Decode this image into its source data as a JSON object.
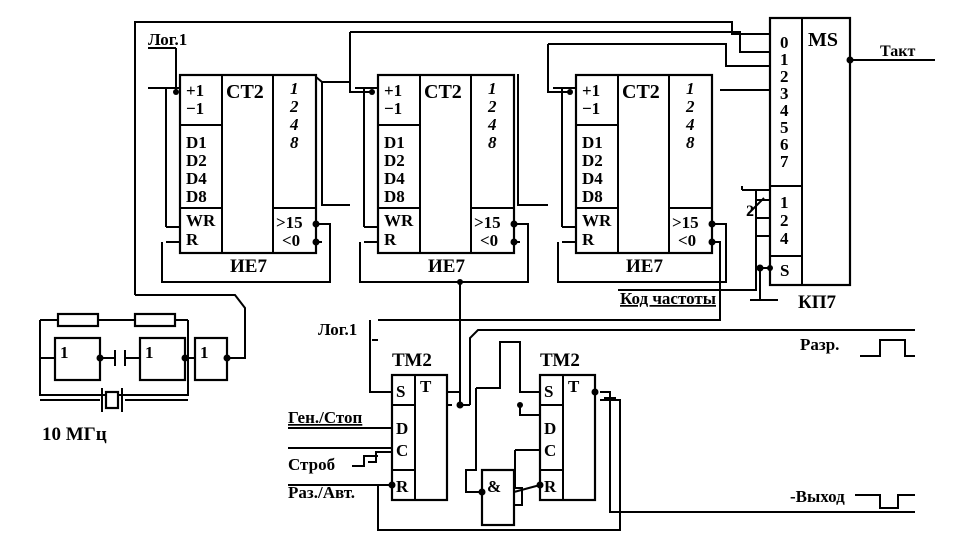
{
  "counters": [
    {
      "name": "ИЕ7",
      "func": "СТ2",
      "pin_up": "+1",
      "pin_down": "−1",
      "d1": "D1",
      "d2": "D2",
      "d4": "D4",
      "d8": "D8",
      "wr": "WR",
      "r": "R",
      "q1": "1",
      "q2": "2",
      "q4": "4",
      "q8": "8",
      "gt15": ">15",
      "lt0": "<0"
    },
    {
      "name": "ИЕ7",
      "func": "СТ2",
      "pin_up": "+1",
      "pin_down": "−1",
      "d1": "D1",
      "d2": "D2",
      "d4": "D4",
      "d8": "D8",
      "wr": "WR",
      "r": "R",
      "q1": "1",
      "q2": "2",
      "q4": "4",
      "q8": "8",
      "gt15": ">15",
      "lt0": "<0"
    },
    {
      "name": "ИЕ7",
      "func": "СТ2",
      "pin_up": "+1",
      "pin_down": "−1",
      "d1": "D1",
      "d2": "D2",
      "d4": "D4",
      "d8": "D8",
      "wr": "WR",
      "r": "R",
      "q1": "1",
      "q2": "2",
      "q4": "4",
      "q8": "8",
      "gt15": ">15",
      "lt0": "<0"
    }
  ],
  "mux": {
    "name": "КП7",
    "func": "MS",
    "inputs": [
      "0",
      "1",
      "2",
      "3",
      "4",
      "5",
      "6",
      "7"
    ],
    "addr": [
      "1",
      "2",
      "4"
    ],
    "strobe": "S",
    "bus_width": "2"
  },
  "flipflops": [
    {
      "name": "ТМ2",
      "s": "S",
      "t": "T",
      "d": "D",
      "c": "C",
      "r": "R"
    },
    {
      "name": "ТМ2",
      "s": "S",
      "t": "T",
      "d": "D",
      "c": "C",
      "r": "R"
    }
  ],
  "gate": {
    "symbol": "&"
  },
  "osc": {
    "gate_label": "1",
    "freq": "10 МГц"
  },
  "labels": {
    "log1": "Лог.1",
    "tact": "Такт",
    "freq_code": "Код частоты",
    "gen_stop": "Ген./Стоп",
    "strob": "Строб",
    "raz_avt": "Раз./Авт.",
    "razr": "Разр.",
    "output": "-Выход"
  }
}
